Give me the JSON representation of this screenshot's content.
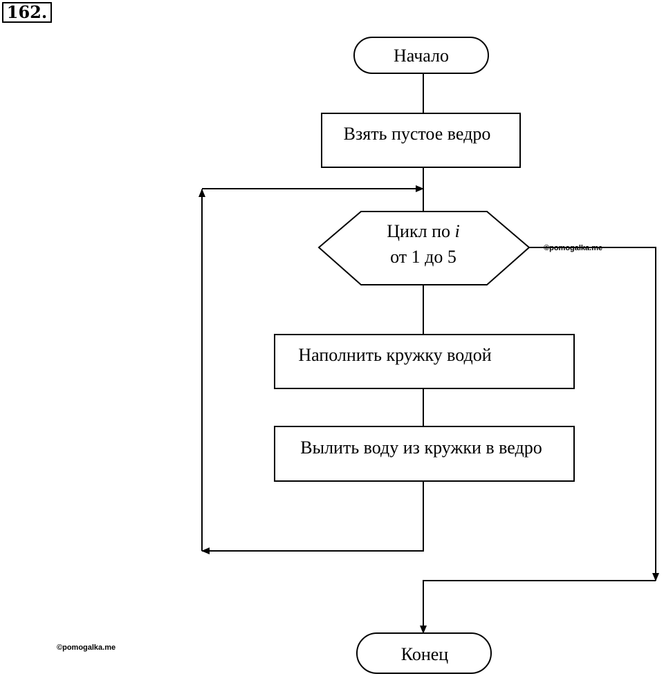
{
  "problem_number": "162.",
  "watermark": "©pomogalka.me",
  "nodes": {
    "start": "Начало",
    "take_bucket": "Взять пустое ведро",
    "loop_prefix": "Цикл по ",
    "loop_var": "i",
    "loop_range": "от 1 до 5",
    "fill_mug": "Наполнить кружку водой",
    "pour_water": "Вылить воду из кружки в ведро",
    "end": "Конец"
  }
}
